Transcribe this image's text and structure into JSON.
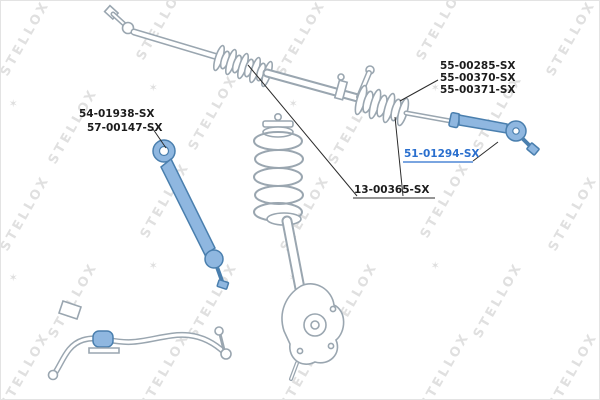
{
  "watermark": {
    "text": "STELLOX",
    "star": "✶"
  },
  "diagram": {
    "labels": [
      {
        "text": "55-00285-SX",
        "highlighted": false
      },
      {
        "text": "55-00370-SX",
        "highlighted": false
      },
      {
        "text": "55-00371-SX",
        "highlighted": false
      },
      {
        "text": "54-01938-SX",
        "highlighted": false
      },
      {
        "text": "57-00147-SX",
        "highlighted": false
      },
      {
        "text": "51-01294-SX",
        "highlighted": true
      },
      {
        "text": "13-00365-SX",
        "highlighted": false
      }
    ],
    "colors": {
      "highlight": "#2a6fce",
      "line_art": "#9aa6b0",
      "highlighted_part_fill": "#8fb7e0",
      "watermark": "#d6d6d6"
    }
  }
}
